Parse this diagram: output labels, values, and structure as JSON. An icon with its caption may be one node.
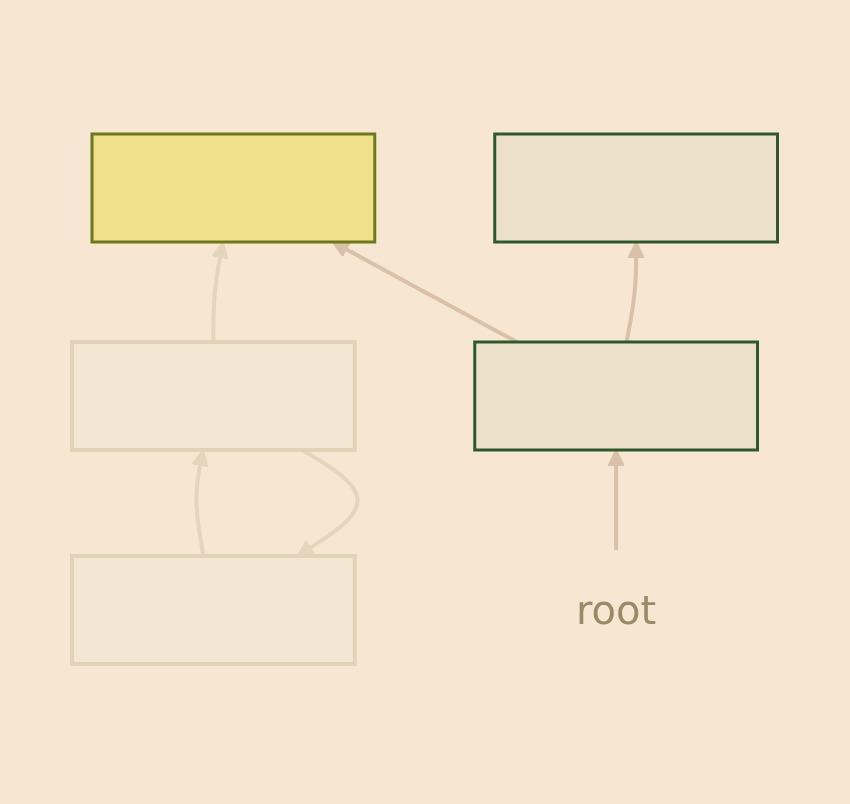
{
  "diagram": {
    "nodes": [
      {
        "text": [],
        "shape": "box"
      },
      {
        "text": [],
        "shape": "box"
      },
      {
        "text": [],
        "shape": "box"
      },
      {
        "text": [],
        "shape": "box"
      },
      {
        "text": [],
        "shape": "box"
      },
      {
        "text": [
          "root"
        ]
      }
    ],
    "edges": [
      {
        "from": 0,
        "to": 1,
        "arrow": "to",
        "color": "#e3d6bd"
      },
      {
        "from": 1,
        "to": 0,
        "arrow": "to",
        "color": "#e3d6bd"
      },
      {
        "from": 1,
        "to": 3,
        "arrow": "to",
        "color": "#e3d6bd"
      },
      {
        "from": 4,
        "to": 2,
        "arrow": "to"
      },
      {
        "from": 4,
        "to": 3,
        "arrow": "to"
      },
      {
        "from": 5,
        "to": 4,
        "arrow": "to"
      }
    ]
  }
}
